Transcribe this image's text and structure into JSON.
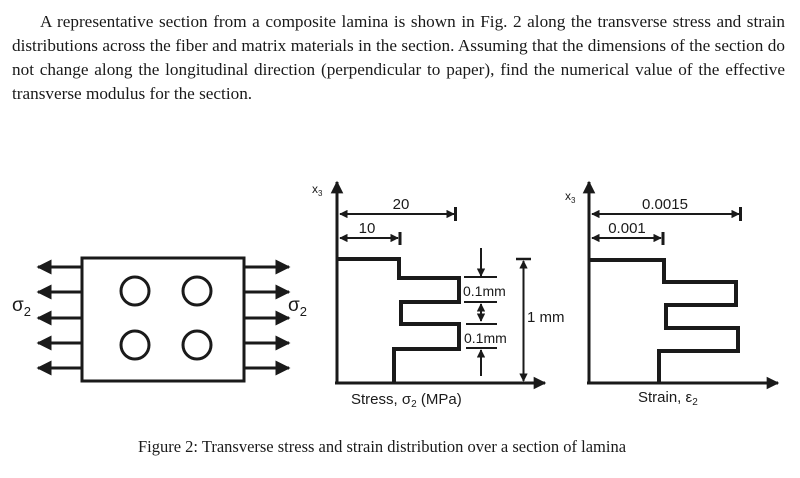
{
  "problem": {
    "text": "A representative section from a composite lamina is shown in Fig. 2 along the transverse stress and strain distributions across the fiber and matrix materials in the section. Assuming that the dimensions of the section do not change along the longitudinal direction (perpendicular to paper), find the numerical value of the effective transverse modulus for the section."
  },
  "figure": {
    "caption": "Figure 2: Transverse stress and strain distribution over a section of lamina",
    "lamina": {
      "load_label_symbol": "σ",
      "load_label_subscript": "2",
      "fiber_count": 4,
      "arrow_count_per_side": 5
    },
    "stress_plot": {
      "y_axis_label": "x",
      "y_axis_subscript": "3",
      "x_axis_label_prefix": "Stress, ",
      "x_axis_label_symbol": "σ",
      "x_axis_label_subscript": "2",
      "x_axis_label_suffix": " (MPa)",
      "matrix_value_label": "10",
      "fiber_value_label": "20",
      "matrix_value": 10,
      "fiber_value": 20,
      "fiber_thickness_label_1": "0.1mm",
      "fiber_thickness_label_2": "0.1mm",
      "total_height_label": "1 mm"
    },
    "strain_plot": {
      "y_axis_label": "x",
      "y_axis_subscript": "3",
      "x_axis_label_prefix": "Strain, ",
      "x_axis_label_symbol": "ε",
      "x_axis_label_subscript": "2",
      "matrix_value_label": "0.001",
      "fiber_value_label": "0.0015",
      "matrix_value": 0.001,
      "fiber_value": 0.0015
    }
  }
}
